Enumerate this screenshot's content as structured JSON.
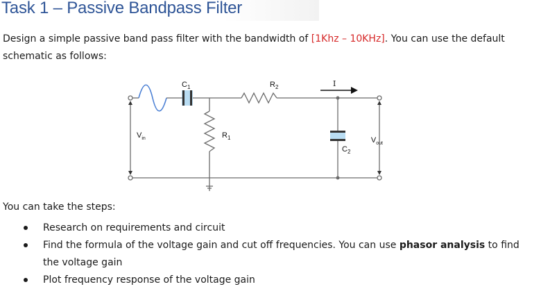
{
  "title": "Task 1 – Passive Bandpass Filter",
  "intro": {
    "text_a": "Design a simple passive band pass filter with the bandwidth of ",
    "range": "[1Khz – 10KHz]",
    "text_b": ". You can use the default schematic as follows:"
  },
  "circuit": {
    "c1": "C",
    "c1_sub": "1",
    "r2": "R",
    "r2_sub": "2",
    "current": "I",
    "vin": "V",
    "vin_sub": "in",
    "r1": "R",
    "r1_sub": "1",
    "c2": "C",
    "c2_sub": "2",
    "vout": "V",
    "vout_sub": "out"
  },
  "steps_heading": "You can take the steps:",
  "steps": [
    {
      "text": "Research on requirements and circuit"
    },
    {
      "text_a": "Find the formula of the voltage gain and cut off frequencies. You can use ",
      "bold": "phasor analysis",
      "text_b": " to find the voltage gain"
    },
    {
      "text": "Plot frequency response of the voltage gain"
    }
  ],
  "colors": {
    "title": "#2f5597",
    "range": "#d62828",
    "wire": "#6b6b6b",
    "capacitor": "#6fb2e0"
  }
}
